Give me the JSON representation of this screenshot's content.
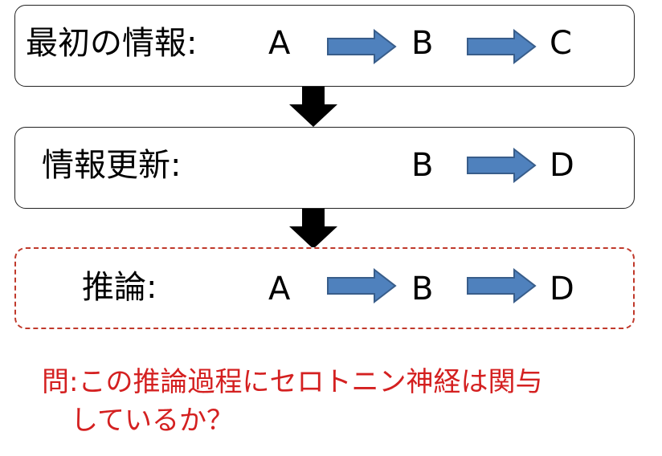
{
  "steps": [
    {
      "label": "最初の情報:",
      "nodes": [
        "A",
        "B",
        "C"
      ]
    },
    {
      "label": "情報更新:",
      "nodes": [
        "B",
        "D"
      ]
    },
    {
      "label": "推論:",
      "nodes": [
        "A",
        "B",
        "D"
      ]
    }
  ],
  "question": {
    "line1": "問:この推論過程にセロトニン神経は関与",
    "line2": "しているか？"
  },
  "colors": {
    "arrow_fill": "#4f81bd",
    "arrow_stroke": "#385d8a",
    "dashed_border": "#c0392b",
    "question_text": "#d42020"
  }
}
